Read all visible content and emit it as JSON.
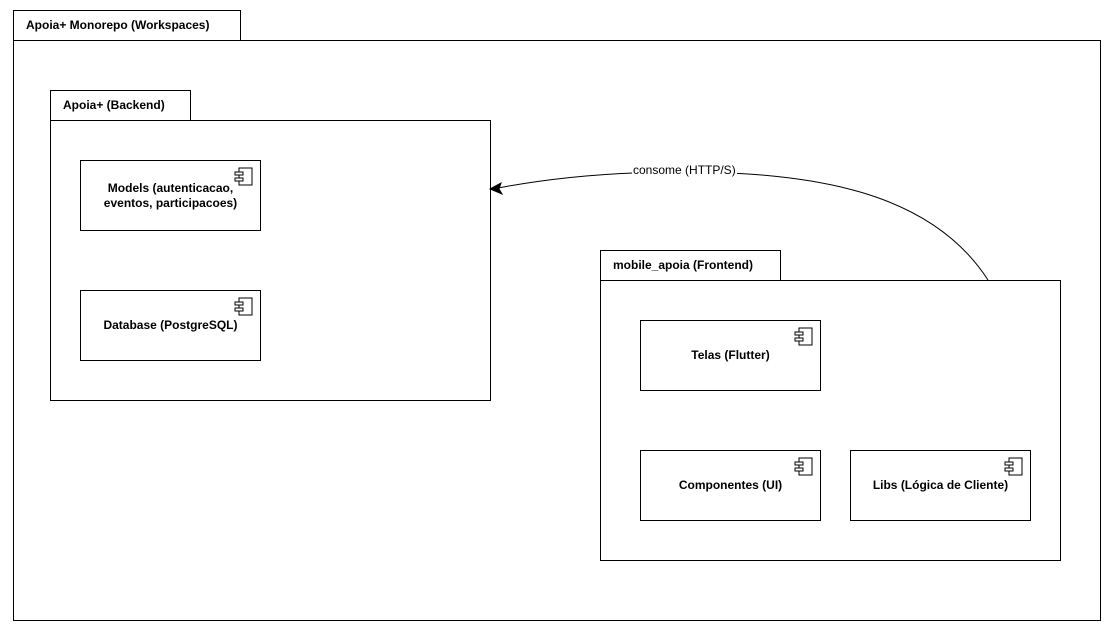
{
  "packages": {
    "monorepo": {
      "title": "Apoia+ Monorepo (Workspaces)"
    },
    "backend": {
      "title": "Apoia+ (Backend)"
    },
    "frontend": {
      "title": "mobile_apoia (Frontend)"
    }
  },
  "components": {
    "models": {
      "label": "Models (autenticacao,\neventos, participacoes)",
      "icon": "uml-component-icon"
    },
    "database": {
      "label": "Database (PostgreSQL)",
      "icon": "uml-component-icon"
    },
    "telas": {
      "label": "Telas (Flutter)",
      "icon": "uml-component-icon"
    },
    "componentes": {
      "label": "Componentes (UI)",
      "icon": "uml-component-icon"
    },
    "libs": {
      "label": "Libs (Lógica de Cliente)",
      "icon": "uml-component-icon"
    }
  },
  "edges": {
    "consome": {
      "label": "consome (HTTP/S)",
      "from": "mobile_apoia (Frontend)",
      "to": "Apoia+ (Backend)"
    }
  }
}
